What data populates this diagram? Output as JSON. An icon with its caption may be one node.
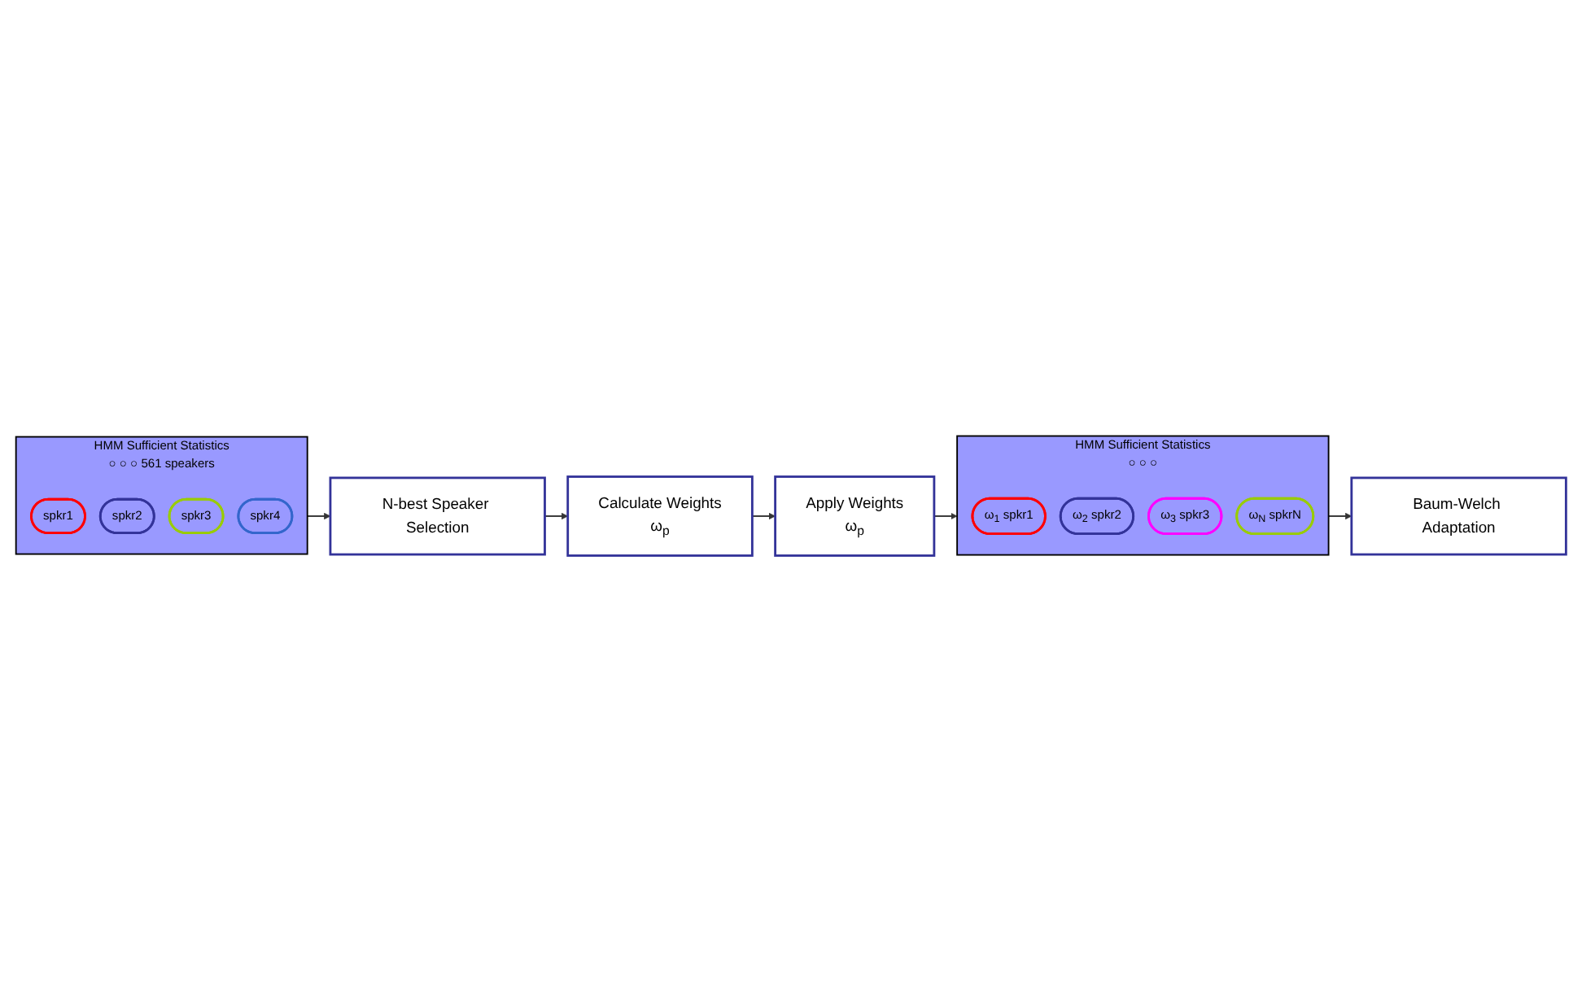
{
  "diagram": {
    "nodes": [
      {
        "text": [
          "HMM Sufficient Statistics",
          "○ ○ ○ 561 speakers"
        ]
      },
      {
        "text": [
          "spkr1"
        ],
        "in": 0
      },
      {
        "text": [
          "spkr2"
        ],
        "in": 0
      },
      {
        "text": [
          "spkr3"
        ],
        "in": 0
      },
      {
        "text": [
          "spkr4"
        ],
        "in": 0
      },
      {
        "text": [
          "N-best Speaker Selection"
        ]
      },
      {
        "text": [
          "Calculate Weights",
          "ω$_{p}$"
        ]
      },
      {
        "text": [
          "Apply Weights",
          "ω$_{p}$"
        ]
      },
      {
        "text": [
          "HMM Sufficient Statistics",
          "○ ○ ○"
        ]
      },
      {
        "text": [
          "ω$_{1}$ spkr1"
        ],
        "in": 8
      },
      {
        "text": [
          "ω$_{2}$ spkr2"
        ],
        "in": 8
      },
      {
        "text": [
          "ω$_{3}$ spkr3"
        ],
        "in": 8
      },
      {
        "text": [
          "ω$_{N}$ spkrN"
        ],
        "in": 8
      },
      {
        "text": [
          "Baum-Welch Adaptation"
        ]
      }
    ],
    "edges": [
      {
        "from": 0,
        "to": 5,
        "arrow": "to"
      },
      {
        "from": 5,
        "to": 6,
        "arrow": "to"
      },
      {
        "from": 6,
        "to": 7,
        "arrow": "to"
      },
      {
        "from": 7,
        "to": 8,
        "arrow": "to"
      },
      {
        "from": 8,
        "to": 13,
        "arrow": "to"
      }
    ]
  }
}
